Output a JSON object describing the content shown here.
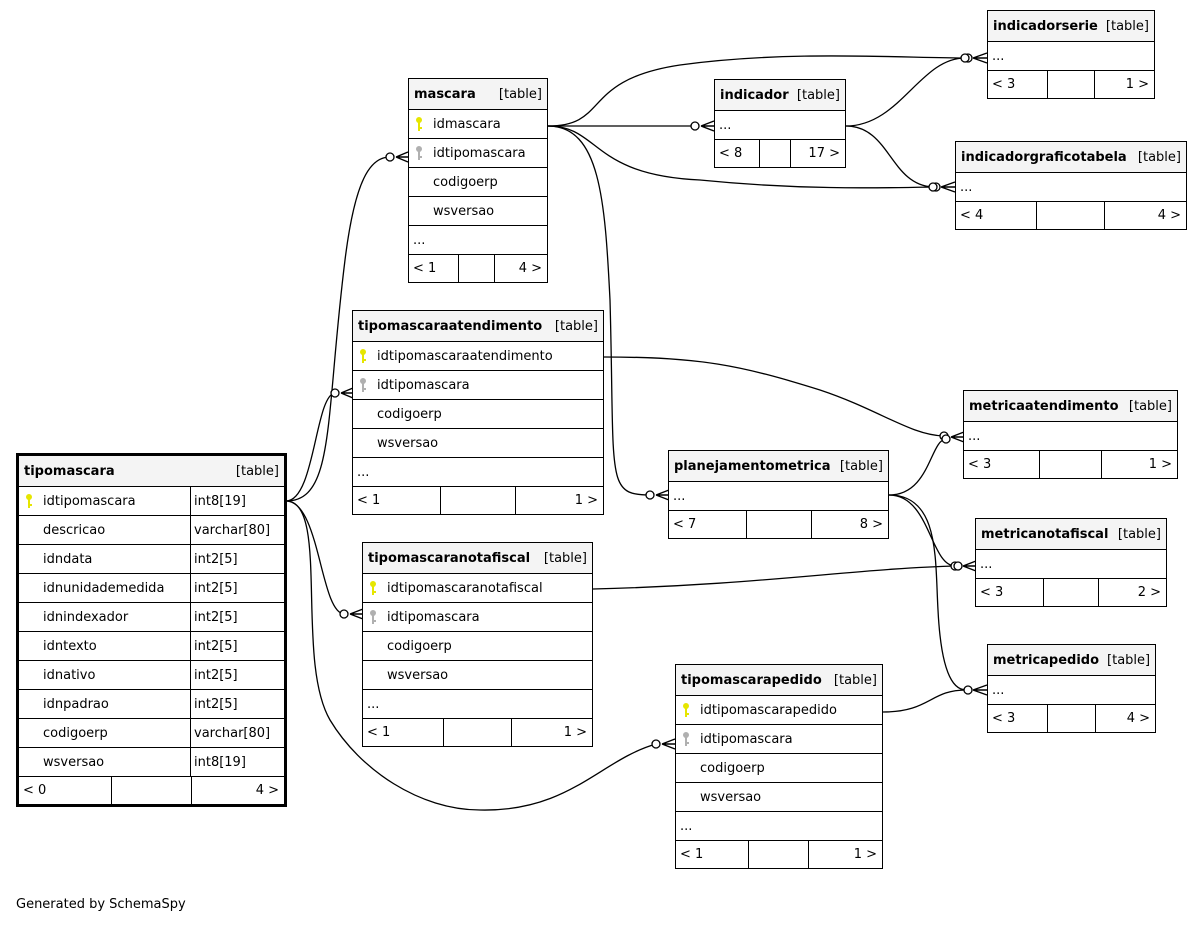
{
  "credit": "Generated by SchemaSpy",
  "tables": {
    "tipomascara": {
      "name": "tipomascara",
      "type": "[table]",
      "columns": [
        {
          "name": "idtipomascara",
          "type": "int8[19]",
          "key": "pk"
        },
        {
          "name": "descricao",
          "type": "varchar[80]",
          "key": ""
        },
        {
          "name": "idndata",
          "type": "int2[5]",
          "key": ""
        },
        {
          "name": "idnunidademedida",
          "type": "int2[5]",
          "key": ""
        },
        {
          "name": "idnindexador",
          "type": "int2[5]",
          "key": ""
        },
        {
          "name": "idntexto",
          "type": "int2[5]",
          "key": ""
        },
        {
          "name": "idnativo",
          "type": "int2[5]",
          "key": ""
        },
        {
          "name": "idnpadrao",
          "type": "int2[5]",
          "key": ""
        },
        {
          "name": "codigoerp",
          "type": "varchar[80]",
          "key": ""
        },
        {
          "name": "wsversao",
          "type": "int8[19]",
          "key": ""
        }
      ],
      "footer": {
        "left": "< 0",
        "right": "4 >"
      }
    },
    "mascara": {
      "name": "mascara",
      "type": "[table]",
      "columns": [
        {
          "name": "idmascara",
          "key": "pk"
        },
        {
          "name": "idtipomascara",
          "key": "fk"
        },
        {
          "name": "codigoerp",
          "key": ""
        },
        {
          "name": "wsversao",
          "key": ""
        }
      ],
      "more": "...",
      "footer": {
        "left": "< 1",
        "right": "4 >"
      }
    },
    "tipomascaraatendimento": {
      "name": "tipomascaraatendimento",
      "type": "[table]",
      "columns": [
        {
          "name": "idtipomascaraatendimento",
          "key": "pk"
        },
        {
          "name": "idtipomascara",
          "key": "fk"
        },
        {
          "name": "codigoerp",
          "key": ""
        },
        {
          "name": "wsversao",
          "key": ""
        }
      ],
      "more": "...",
      "footer": {
        "left": "< 1",
        "right": "1 >"
      }
    },
    "tipomascaranotafiscal": {
      "name": "tipomascaranotafiscal",
      "type": "[table]",
      "columns": [
        {
          "name": "idtipomascaranotafiscal",
          "key": "pk"
        },
        {
          "name": "idtipomascara",
          "key": "fk"
        },
        {
          "name": "codigoerp",
          "key": ""
        },
        {
          "name": "wsversao",
          "key": ""
        }
      ],
      "more": "...",
      "footer": {
        "left": "< 1",
        "right": "1 >"
      }
    },
    "tipomascarapedido": {
      "name": "tipomascarapedido",
      "type": "[table]",
      "columns": [
        {
          "name": "idtipomascarapedido",
          "key": "pk"
        },
        {
          "name": "idtipomascara",
          "key": "fk"
        },
        {
          "name": "codigoerp",
          "key": ""
        },
        {
          "name": "wsversao",
          "key": ""
        }
      ],
      "more": "...",
      "footer": {
        "left": "< 1",
        "right": "1 >"
      }
    },
    "indicador": {
      "name": "indicador",
      "type": "[table]",
      "more": "...",
      "footer": {
        "left": "< 8",
        "right": "17 >"
      }
    },
    "indicadorserie": {
      "name": "indicadorserie",
      "type": "[table]",
      "more": "...",
      "footer": {
        "left": "< 3",
        "right": "1 >"
      }
    },
    "indicadorgraficotabela": {
      "name": "indicadorgraficotabela",
      "type": "[table]",
      "more": "...",
      "footer": {
        "left": "< 4",
        "right": "4 >"
      }
    },
    "planejamentometrica": {
      "name": "planejamentometrica",
      "type": "[table]",
      "more": "...",
      "footer": {
        "left": "< 7",
        "right": "8 >"
      }
    },
    "metricaatendimento": {
      "name": "metricaatendimento",
      "type": "[table]",
      "more": "...",
      "footer": {
        "left": "< 3",
        "right": "1 >"
      }
    },
    "metricanotafiscal": {
      "name": "metricanotafiscal",
      "type": "[table]",
      "more": "...",
      "footer": {
        "left": "< 3",
        "right": "2 >"
      }
    },
    "metricapedido": {
      "name": "metricapedido",
      "type": "[table]",
      "more": "...",
      "footer": {
        "left": "< 3",
        "right": "4 >"
      }
    }
  },
  "colors": {
    "primary_key": "#e6e600",
    "foreign_key": "#b0b0b0",
    "header_bg": "#f4f4f4",
    "line": "#000000"
  }
}
